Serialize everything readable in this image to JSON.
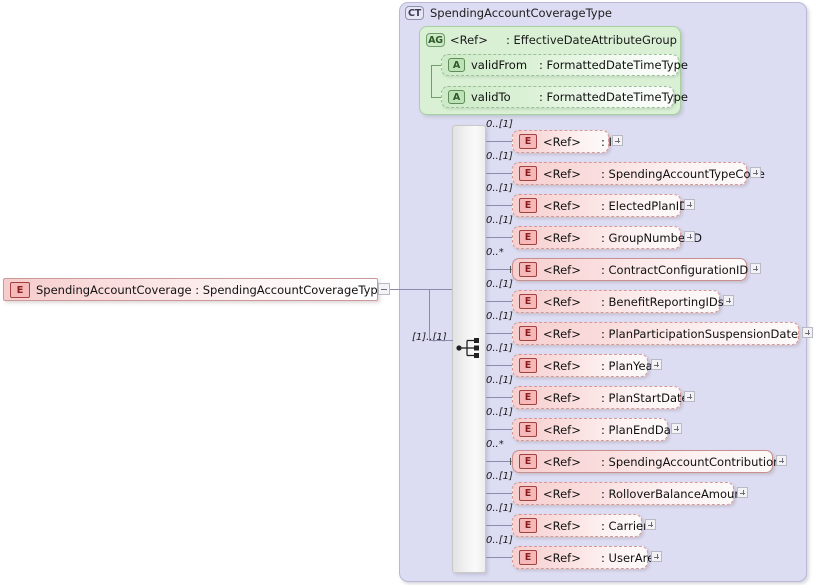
{
  "diagram": {
    "type": "xsd-schema-diagram",
    "root_element": {
      "icon": "element-icon",
      "badge": "E",
      "label": "SpendingAccountCoverage : SpendingAccountCoverageType",
      "toggle": "collapse-minus-icon"
    },
    "complex_type": {
      "badge": "CT",
      "title": "SpendingAccountCoverageType"
    },
    "attribute_group": {
      "badge": "AG",
      "ref": "<Ref>",
      "separator": ":",
      "name": "EffectiveDateAttributeGroup",
      "attributes": [
        {
          "badge": "A",
          "name": "validFrom",
          "separator": ":",
          "type": "FormattedDateTimeType"
        },
        {
          "badge": "A",
          "name": "validTo",
          "separator": ":",
          "type": "FormattedDateTimeType"
        }
      ]
    },
    "compositor": {
      "kind": "sequence",
      "icon": "sequence-icon",
      "cardinality": "[1]..[1]"
    },
    "elements": [
      {
        "badge": "E",
        "ref": "<Ref>",
        "separator": ":",
        "name": "ID",
        "cardinality": "0..[1]",
        "repeating": false,
        "expand": "+"
      },
      {
        "badge": "E",
        "ref": "<Ref>",
        "separator": ":",
        "name": "SpendingAccountTypeCode",
        "cardinality": "0..[1]",
        "repeating": false,
        "expand": "+"
      },
      {
        "badge": "E",
        "ref": "<Ref>",
        "separator": ":",
        "name": "ElectedPlanID",
        "cardinality": "0..[1]",
        "repeating": false,
        "expand": "+"
      },
      {
        "badge": "E",
        "ref": "<Ref>",
        "separator": ":",
        "name": "GroupNumberID",
        "cardinality": "0..[1]",
        "repeating": false,
        "expand": "+"
      },
      {
        "badge": "E",
        "ref": "<Ref>",
        "separator": ":",
        "name": "ContractConfigurationID",
        "cardinality": "0..*",
        "repeating": true,
        "expand": "+"
      },
      {
        "badge": "E",
        "ref": "<Ref>",
        "separator": ":",
        "name": "BenefitReportingIDs",
        "cardinality": "0..[1]",
        "repeating": false,
        "expand": "+"
      },
      {
        "badge": "E",
        "ref": "<Ref>",
        "separator": ":",
        "name": "PlanParticipationSuspensionDate",
        "cardinality": "0..[1]",
        "repeating": false,
        "expand": "+"
      },
      {
        "badge": "E",
        "ref": "<Ref>",
        "separator": ":",
        "name": "PlanYear",
        "cardinality": "0..[1]",
        "repeating": false,
        "expand": "+"
      },
      {
        "badge": "E",
        "ref": "<Ref>",
        "separator": ":",
        "name": "PlanStartDate",
        "cardinality": "0..[1]",
        "repeating": false,
        "expand": "+"
      },
      {
        "badge": "E",
        "ref": "<Ref>",
        "separator": ":",
        "name": "PlanEndDate",
        "cardinality": "0..[1]",
        "repeating": false,
        "expand": "+"
      },
      {
        "badge": "E",
        "ref": "<Ref>",
        "separator": ":",
        "name": "SpendingAccountContribution",
        "cardinality": "0..*",
        "repeating": true,
        "expand": "+"
      },
      {
        "badge": "E",
        "ref": "<Ref>",
        "separator": ":",
        "name": "RolloverBalanceAmount",
        "cardinality": "0..[1]",
        "repeating": false,
        "expand": "+"
      },
      {
        "badge": "E",
        "ref": "<Ref>",
        "separator": ":",
        "name": "Carrier",
        "cardinality": "0..[1]",
        "repeating": false,
        "expand": "+"
      },
      {
        "badge": "E",
        "ref": "<Ref>",
        "separator": ":",
        "name": "UserArea",
        "cardinality": "0..[1]",
        "repeating": false,
        "expand": "+"
      }
    ],
    "colors": {
      "complex_type_bg": "#dcdcf2",
      "attribute_group_bg": "#d9f0d5",
      "element_bg": "#f7cfcf",
      "element_border": "#d49a9a",
      "connector": "#8b8bae"
    }
  }
}
